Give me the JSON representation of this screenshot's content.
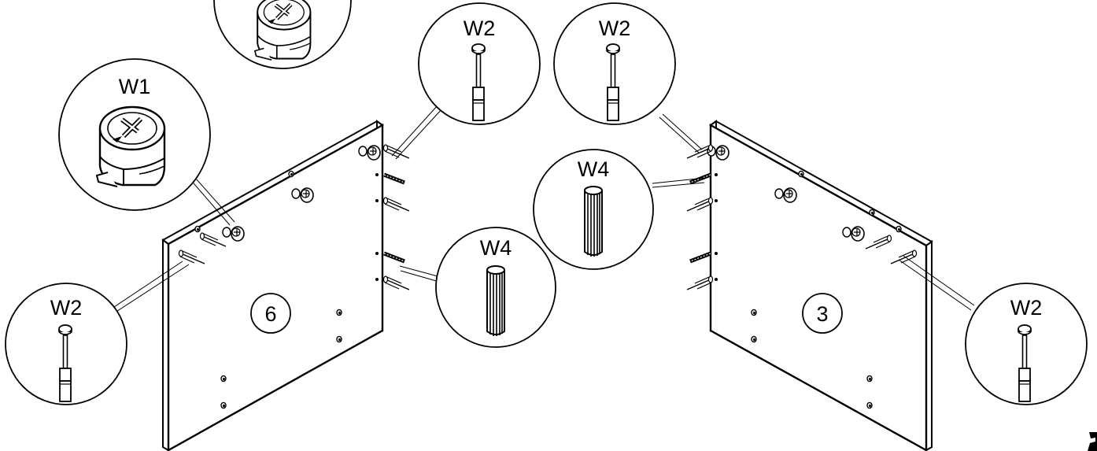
{
  "diagram": {
    "parts": {
      "w1": "W1",
      "w2": "W2",
      "w4": "W4"
    },
    "panels": {
      "left_number": "6",
      "right_number": "3"
    }
  }
}
